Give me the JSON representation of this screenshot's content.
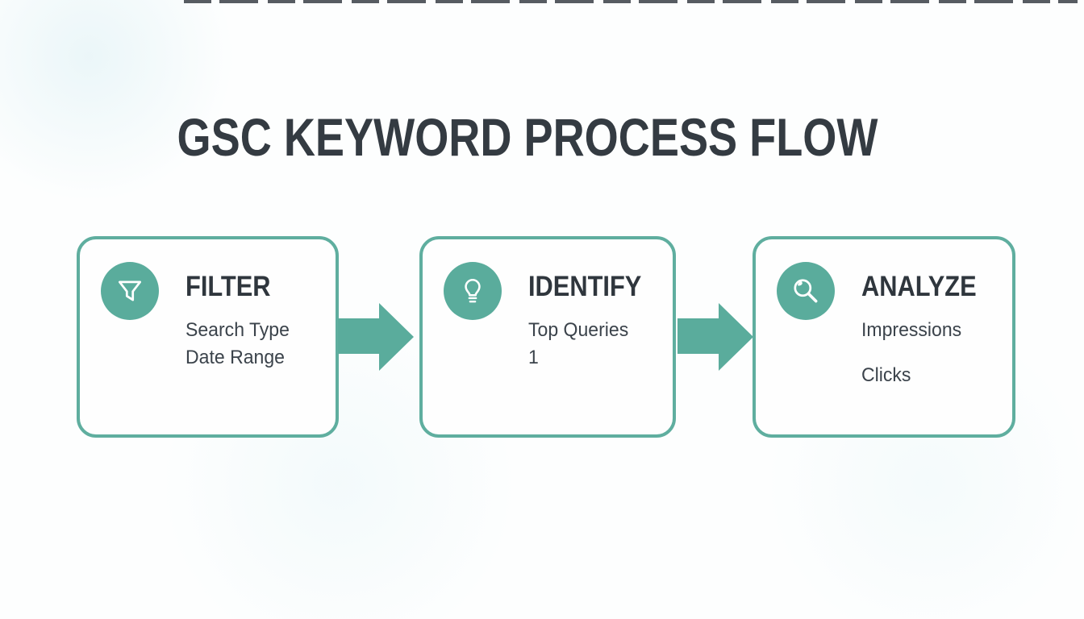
{
  "title": "GSC KEYWORD PROCESS FLOW",
  "colors": {
    "teal_fill": "#5aac9c",
    "teal_border": "#5fae9f",
    "title_text": "#343b42",
    "card_heading_text": "#2f363d",
    "body_text": "#3b434b",
    "background": "#fdfefe"
  },
  "steps": [
    {
      "name": "filter",
      "title": "FILTER",
      "icon": "funnel-icon",
      "lines": [
        "Search Type",
        "Date Range"
      ]
    },
    {
      "name": "identify",
      "title": "IDENTIFY",
      "icon": "lightbulb-icon",
      "lines": [
        "Top Queries",
        "1"
      ]
    },
    {
      "name": "analyze",
      "title": "ANALYZE",
      "icon": "magnifying-glass-icon",
      "lines": [
        "Impressions",
        "Clicks"
      ]
    }
  ],
  "connectors": [
    {
      "icon": "arrow-right-icon"
    },
    {
      "icon": "arrow-right-icon"
    }
  ]
}
